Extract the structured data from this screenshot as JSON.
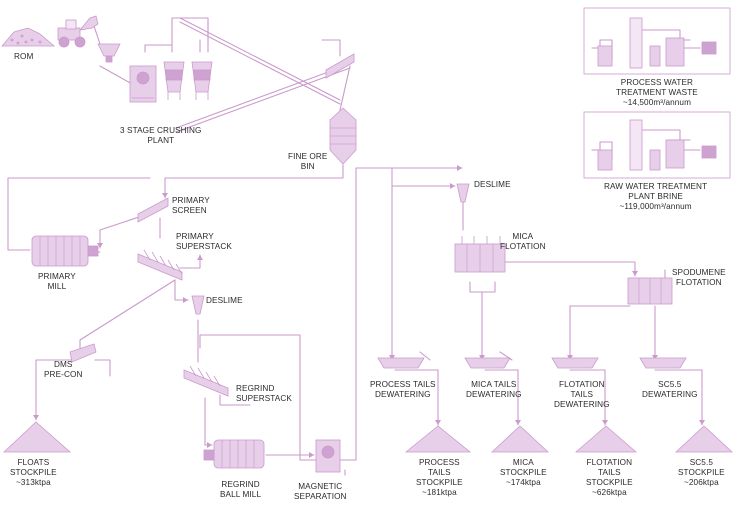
{
  "colors": {
    "line": "#c99acb",
    "fill": "#e8cfe9",
    "fill_dark": "#cfa3d1",
    "fill_light": "#f4e6f4",
    "text": "#2b2b2b"
  },
  "labels": {
    "rom": "ROM",
    "crushing": [
      "3 STAGE CRUSHING",
      "PLANT"
    ],
    "fine_ore_bin": [
      "FINE ORE",
      "BIN"
    ],
    "primary_screen": [
      "PRIMARY",
      "SCREEN"
    ],
    "primary_superstack": [
      "PRIMARY",
      "SUPERSTACK"
    ],
    "primary_mill": [
      "PRIMARY",
      "MILL"
    ],
    "deslime_1": "DESLIME",
    "deslime_2": "DESLIME",
    "dms": [
      "DMS",
      "PRE-CON"
    ],
    "regrind_superstack": [
      "REGRIND",
      "SUPERSTACK"
    ],
    "regrind_ball_mill": [
      "REGRIND",
      "BALL MILL"
    ],
    "magnetic_separation": [
      "MAGNETIC",
      "SEPARATION"
    ],
    "floats_stockpile": [
      "FLOATS",
      "STOCKPILE",
      "~313ktpa"
    ],
    "mica_flotation": [
      "MICA",
      "FLOTATION"
    ],
    "spodumene_flotation": [
      "SPODUMENE",
      "FLOTATION"
    ],
    "process_tails_dewatering": [
      "PROCESS TAILS",
      "DEWATERING"
    ],
    "mica_tails_dewatering": [
      "MICA TAILS",
      "DEWATERING"
    ],
    "flotation_tails_dewatering": [
      "FLOTATION",
      "TAILS",
      "DEWATERING"
    ],
    "sc55_dewatering": [
      "SC5.5",
      "DEWATERING"
    ],
    "process_tails_stockpile": [
      "PROCESS",
      "TAILS",
      "STOCKPILE",
      "~181ktpa"
    ],
    "mica_stockpile": [
      "MICA",
      "STOCKPILE",
      "~174ktpa"
    ],
    "flotation_tails_stockpile": [
      "FLOTATION",
      "TAILS",
      "STOCKPILE",
      "~626ktpa"
    ],
    "sc55_stockpile": [
      "SC5.5",
      "STOCKPILE",
      "~206ktpa"
    ],
    "process_water": [
      "PROCESS WATER",
      "TREATMENT WASTE",
      "~14,500m³/annum"
    ],
    "raw_water": [
      "RAW WATER TREATMENT",
      "PLANT BRINE",
      "~119,000m³/annum"
    ]
  }
}
